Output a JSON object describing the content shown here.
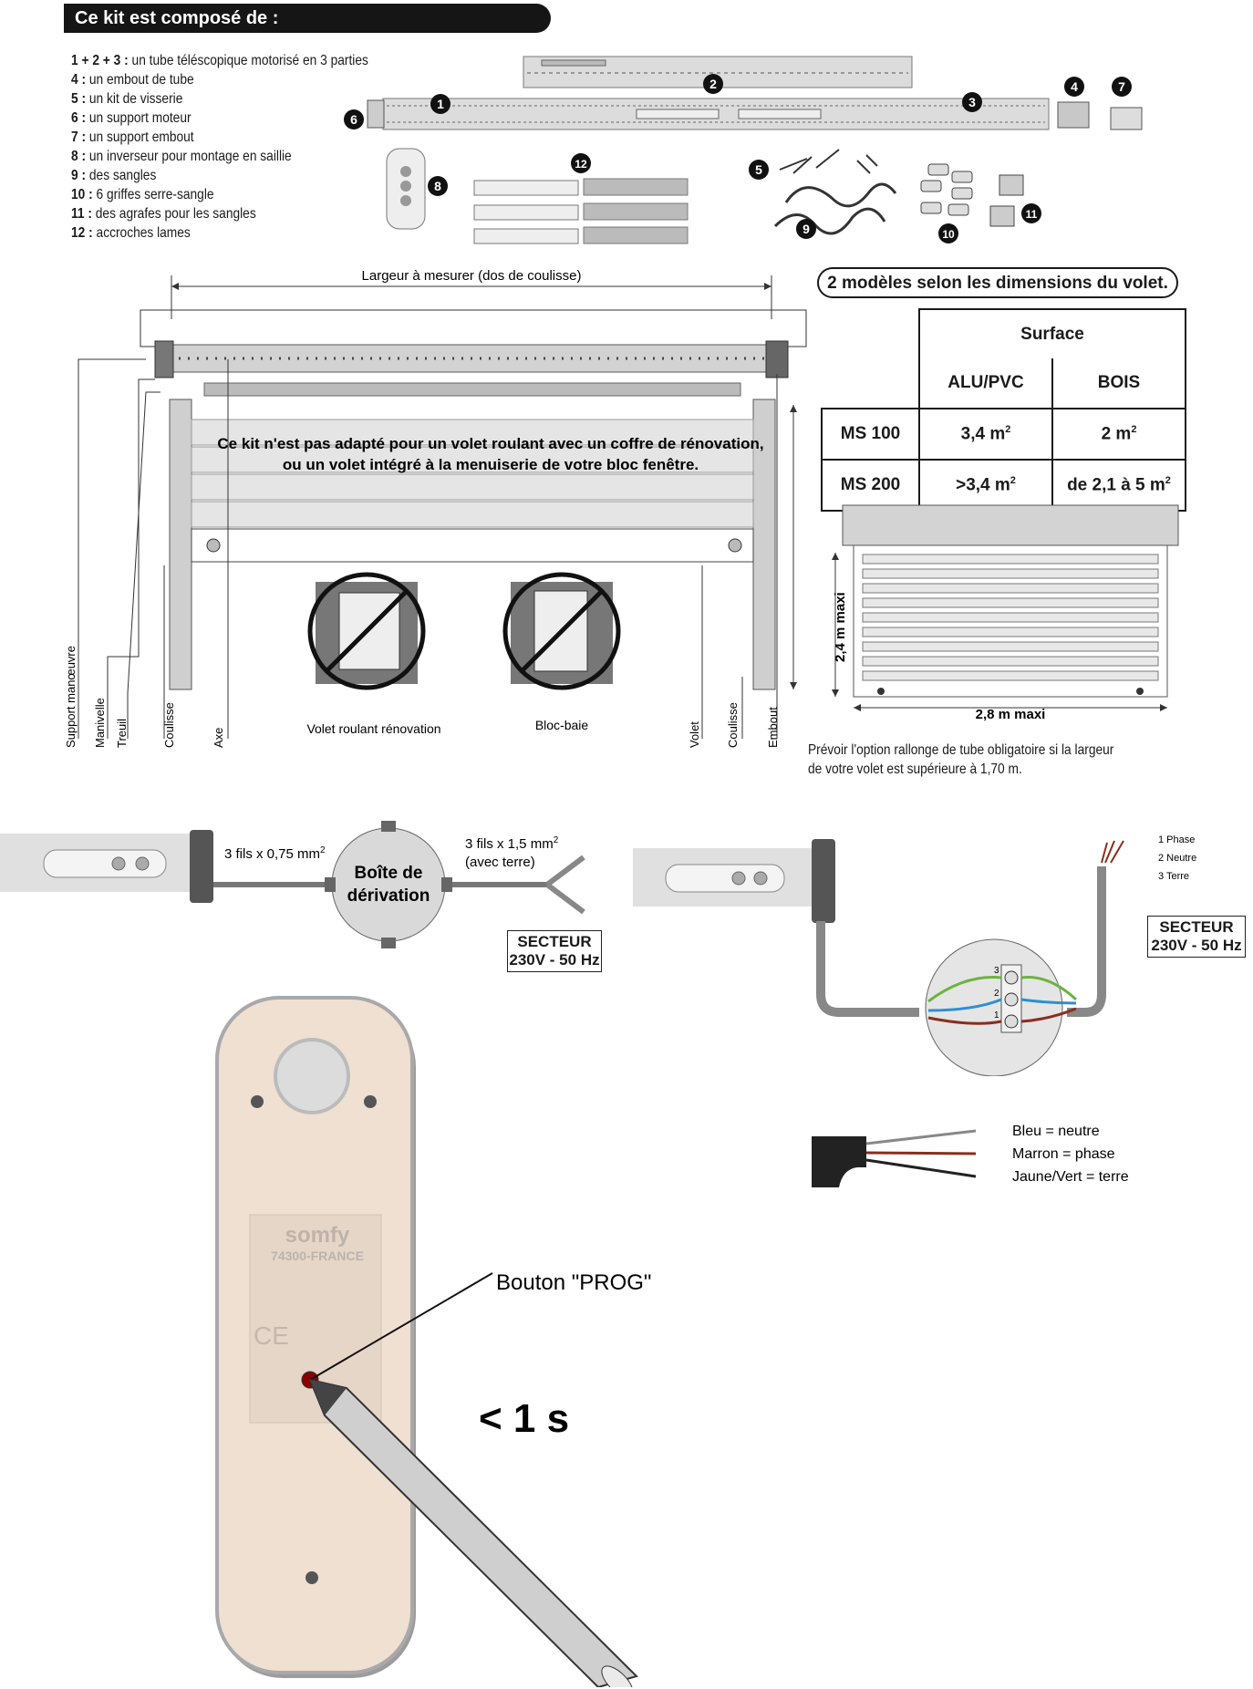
{
  "header": {
    "title": "Ce kit est composé de :"
  },
  "kit_items": [
    {
      "num": "1 + 2 + 3 :",
      "text": "un tube téléscopique motorisé en 3 parties"
    },
    {
      "num": "4 :",
      "text": "un embout de tube"
    },
    {
      "num": "5 :",
      "text": "un kit de visserie"
    },
    {
      "num": "6 :",
      "text": "un support moteur"
    },
    {
      "num": "7 :",
      "text": "un support embout"
    },
    {
      "num": "8 :",
      "text": "un inverseur pour montage en saillie"
    },
    {
      "num": "9 :",
      "text": "des sangles"
    },
    {
      "num": "10 :",
      "text": "6 griffes serre-sangle"
    },
    {
      "num": "11 :",
      "text": "des agrafes pour les sangles"
    },
    {
      "num": "12 :",
      "text": "accroches lames"
    }
  ],
  "part_markers": [
    "1",
    "2",
    "3",
    "4",
    "5",
    "6",
    "7",
    "8",
    "9",
    "10",
    "11",
    "12"
  ],
  "install": {
    "width_label": "Largeur à mesurer (dos de coulisse)",
    "warning_line1": "Ce kit n'est pas adapté pour un volet roulant avec un coffre de rénovation,",
    "warning_line2": "ou un volet intégré à la menuiserie de votre bloc fenêtre.",
    "labels": [
      "Support manœuvre",
      "Manivelle",
      "Treuil",
      "Coulisse",
      "Axe",
      "Volet",
      "Coulisse",
      "Embout"
    ],
    "forbidden": [
      "Volet roulant rénovation",
      "Bloc-baie"
    ]
  },
  "models": {
    "title": "2 modèles selon les dimensions du volet.",
    "surface_label": "Surface",
    "col_alu": "ALU/PVC",
    "col_bois": "BOIS",
    "rows": [
      {
        "model": "MS 100",
        "alu": "3,4 m",
        "bois": "2 m"
      },
      {
        "model": "MS 200",
        "alu": ">3,4 m",
        "bois": "de 2,1 à 5 m"
      }
    ],
    "sup": "2"
  },
  "shutter_dims": {
    "height": "2,4 m maxi",
    "width": "2,8 m maxi"
  },
  "note_line1": "Prévoir l'option rallonge de tube obligatoire si la largeur",
  "note_line2": "de votre volet est supérieure à 1,70 m.",
  "wiring_left": {
    "wire_in": "3 fils x 0,75 mm",
    "wire_out": "3 fils x 1,5 mm",
    "sup": "2",
    "wire_out_sub": "(avec terre)",
    "box_line1": "Boîte de",
    "box_line2": "dérivation",
    "secteur": "SECTEUR",
    "voltage": "230V - 50 Hz"
  },
  "wiring_right": {
    "phase": "1 Phase",
    "neutre": "2 Neutre",
    "terre": "3 Terre",
    "secteur": "SECTEUR",
    "voltage": "230V - 50 Hz",
    "terminals": [
      "3",
      "2",
      "1"
    ]
  },
  "colors_legend": [
    "Bleu = neutre",
    "Marron = phase",
    "Jaune/Vert = terre"
  ],
  "remote": {
    "brand": "somfy",
    "origin": "74300-FRANCE",
    "mark": "CE",
    "prog_label": "Bouton \"PROG\"",
    "press_time": "< 1 s"
  },
  "colors": {
    "wire_brown": "#8b2d1e",
    "wire_blue": "#2f8fd0",
    "wire_green": "#6db33f",
    "remote_body": "#efe0d2"
  }
}
